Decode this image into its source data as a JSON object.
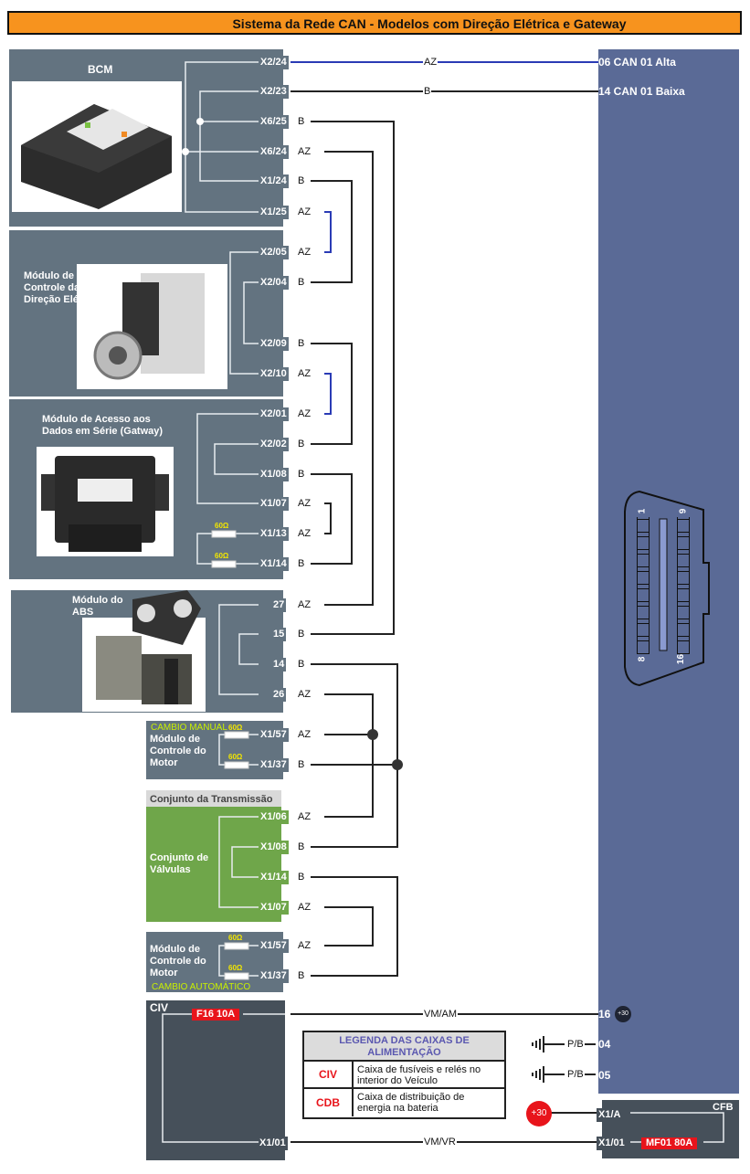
{
  "title": "Sistema da Rede CAN - Modelos com Direção Elétrica e Gateway",
  "colors": {
    "title_bg": "#f7931e",
    "module_bg": "#637380",
    "dlc_bg": "#5a6a96",
    "power_box_bg": "#46505a",
    "fuse_red": "#e8141b",
    "valve_green": "#6fa64a",
    "wire_az": "#2a3bb5",
    "wire_b": "#222222",
    "label_yellow": "#c8f000"
  },
  "modules": {
    "bcm": {
      "label": "BCM",
      "pins": [
        {
          "pin": "X2/24",
          "wire": ""
        },
        {
          "pin": "X2/23",
          "wire": ""
        },
        {
          "pin": "X6/25",
          "wire": "B"
        },
        {
          "pin": "X6/24",
          "wire": "AZ"
        },
        {
          "pin": "X1/24",
          "wire": "B"
        },
        {
          "pin": "X1/25",
          "wire": "AZ"
        }
      ]
    },
    "eps": {
      "label": "Módulo de Controle da Direção Elétrica",
      "pins": [
        {
          "pin": "X2/05",
          "wire": "AZ"
        },
        {
          "pin": "X2/04",
          "wire": "B"
        },
        {
          "pin": "X2/09",
          "wire": "B"
        },
        {
          "pin": "X2/10",
          "wire": "AZ"
        }
      ]
    },
    "gateway": {
      "label": "Módulo de Acesso aos Dados em Série (Gatway)",
      "pins": [
        {
          "pin": "X2/01",
          "wire": "AZ"
        },
        {
          "pin": "X2/02",
          "wire": "B"
        },
        {
          "pin": "X1/08",
          "wire": "B"
        },
        {
          "pin": "X1/07",
          "wire": "AZ"
        },
        {
          "pin": "X1/13",
          "wire": "AZ"
        },
        {
          "pin": "X1/14",
          "wire": "B"
        }
      ],
      "resistors": [
        "60Ω",
        "60Ω"
      ]
    },
    "abs": {
      "label": "Módulo do ABS",
      "pins": [
        {
          "pin": "27",
          "wire": "AZ"
        },
        {
          "pin": "15",
          "wire": "B"
        },
        {
          "pin": "14",
          "wire": "B"
        },
        {
          "pin": "26",
          "wire": "AZ"
        }
      ]
    },
    "ecm_manual": {
      "tag": "CAMBIO MANUAL",
      "label": "Módulo de Controle do Motor",
      "pins": [
        {
          "pin": "X1/57",
          "wire": "AZ"
        },
        {
          "pin": "X1/37",
          "wire": "B"
        }
      ],
      "resistors": [
        "60Ω",
        "60Ω"
      ]
    },
    "transmission": {
      "header": "Conjunto da Transmissão",
      "label": "Conjunto de Válvulas",
      "pins": [
        {
          "pin": "X1/06",
          "wire": "AZ"
        },
        {
          "pin": "X1/08",
          "wire": "B"
        },
        {
          "pin": "X1/14",
          "wire": "B"
        },
        {
          "pin": "X1/07",
          "wire": "AZ"
        }
      ]
    },
    "ecm_auto": {
      "tag": "CAMBIO AUTOMÁTICO",
      "label": "Módulo de Controle do Motor",
      "pins": [
        {
          "pin": "X1/57",
          "wire": "AZ"
        },
        {
          "pin": "X1/37",
          "wire": "B"
        }
      ],
      "resistors": [
        "60Ω",
        "60Ω"
      ]
    }
  },
  "dlc": {
    "pins": [
      {
        "pin": "06 CAN 01 Alta",
        "wire": "AZ"
      },
      {
        "pin": "14 CAN 01 Baixa",
        "wire": "B"
      },
      {
        "pin": "16",
        "wire": "VM/AM",
        "badge": "+30"
      },
      {
        "pin": "04",
        "wire": "P/B"
      },
      {
        "pin": "05",
        "wire": "P/B"
      }
    ],
    "connector_labels": {
      "top_left": "1",
      "top_right": "9",
      "bottom_left": "8",
      "bottom_right": "16"
    }
  },
  "civ": {
    "label": "CIV",
    "fuse": "F16 10A",
    "pin": "X1/01",
    "wire_out": "VM/VR"
  },
  "cfb": {
    "label": "CFB",
    "pins": [
      "X1/A",
      "X1/01"
    ],
    "fuse": "MF01 80A",
    "supply": "+30"
  },
  "legend": {
    "title": "LEGENDA DAS CAIXAS DE ALIMENTAÇÃO",
    "rows": [
      {
        "code": "CIV",
        "desc": "Caixa de fusíveis e relés no interior do Veículo"
      },
      {
        "code": "CDB",
        "desc": "Caixa de distribuição de energia na bateria"
      }
    ]
  }
}
